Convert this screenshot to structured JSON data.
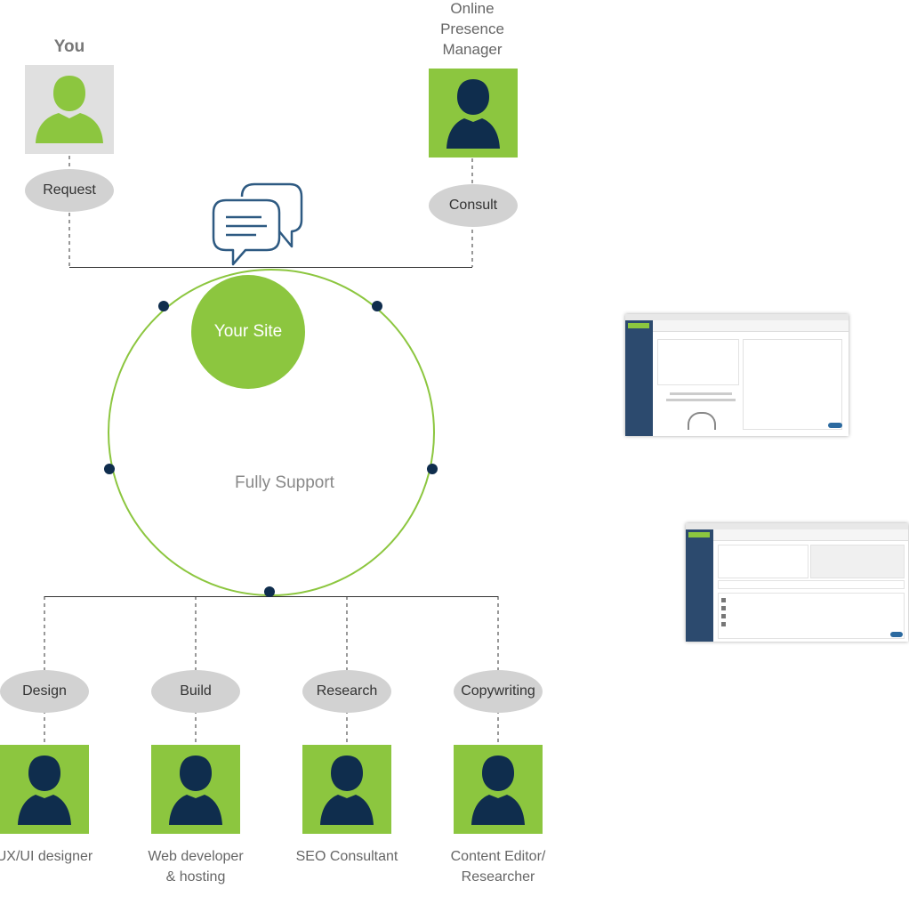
{
  "top": {
    "you_title": "You",
    "manager_title": "Online Presence Manager",
    "request_label": "Request",
    "consult_label": "Consult"
  },
  "center": {
    "site_label": "Your Site",
    "support_label": "Fully Support"
  },
  "roles": [
    {
      "task": "Design",
      "title": "UX/UI designer"
    },
    {
      "task": "Build",
      "title": "Web developer & hosting"
    },
    {
      "task": "Research",
      "title": "SEO Consultant"
    },
    {
      "task": "Copywriting",
      "title": "Content Editor/Researcher"
    }
  ],
  "colors": {
    "green": "#8cc63f",
    "navy": "#0f2d4d",
    "gray_box": "#e0e0e0",
    "pill_gray": "#d2d2d2"
  },
  "icons": {
    "person": "person-silhouette-icon",
    "chat": "chat-bubbles-icon"
  }
}
